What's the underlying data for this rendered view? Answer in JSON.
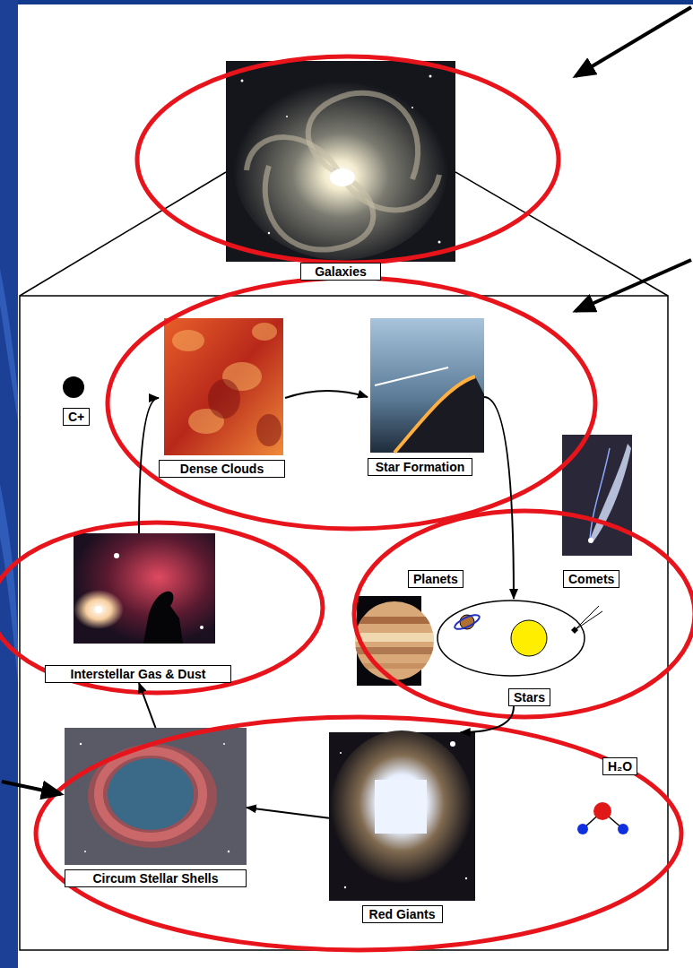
{
  "diagram": {
    "nodes": [
      {
        "text": [
          "Galaxies"
        ]
      },
      {
        "text": [
          "C+"
        ]
      },
      {
        "text": [
          "Dense Clouds"
        ]
      },
      {
        "text": [
          "Star Formation"
        ]
      },
      {
        "text": [
          "Planets"
        ]
      },
      {
        "text": [
          "Comets"
        ]
      },
      {
        "text": [
          "Interstellar Gas & Dust"
        ]
      },
      {
        "text": [
          "Stars"
        ]
      },
      {
        "text": [
          "H₂O"
        ]
      },
      {
        "text": [
          "Circum Stellar Shells"
        ]
      },
      {
        "text": [
          "Red Giants"
        ]
      }
    ],
    "edges": [
      {
        "from": 2,
        "to": 3,
        "arrow": "to"
      },
      {
        "from": 3,
        "to": 7,
        "arrow": "to"
      },
      {
        "from": 7,
        "to": 10,
        "arrow": "to"
      },
      {
        "from": 10,
        "to": 9,
        "arrow": "to"
      },
      {
        "from": 9,
        "to": 6,
        "arrow": "to"
      },
      {
        "from": 6,
        "to": 2,
        "arrow": "to"
      }
    ]
  }
}
